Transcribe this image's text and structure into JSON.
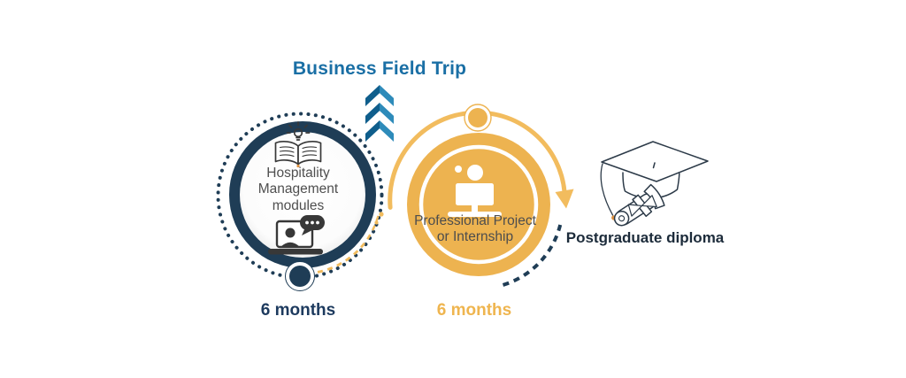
{
  "title": "Program flow diagram",
  "flow": {
    "field_trip_label": "Business Field Trip",
    "stage1": {
      "title": "Hospitality\nManagement\nmodules",
      "duration": "6 months"
    },
    "stage2": {
      "title": "Professional Project\nor Internship",
      "duration": "6 months"
    },
    "outcome": {
      "caption": "Postgraduate diploma"
    }
  },
  "icons": {
    "stage1_top": "book-lightbulb-icon",
    "stage1_bottom": "online-learning-laptop-icon",
    "stage2": "person-at-desk-icon",
    "between": "chevron-up-icons",
    "outcome": "graduation-cap-and-diploma-icon"
  },
  "colors": {
    "navy": "#1F3D56",
    "blue": "#1A6FA5",
    "chevDark": "#0F5E8C",
    "chevLight": "#2E8BBA",
    "gold": "#EDB350",
    "goldLight": "#F2BC5E",
    "goldText": "#EFB54F",
    "textGray": "#4F4F4F",
    "navyText": "#1D3A5E",
    "captionDark": "#1C2B3A",
    "iconDark": "#383838",
    "outlineDark": "#2C3A48",
    "tassel": "#DD8F3D"
  }
}
